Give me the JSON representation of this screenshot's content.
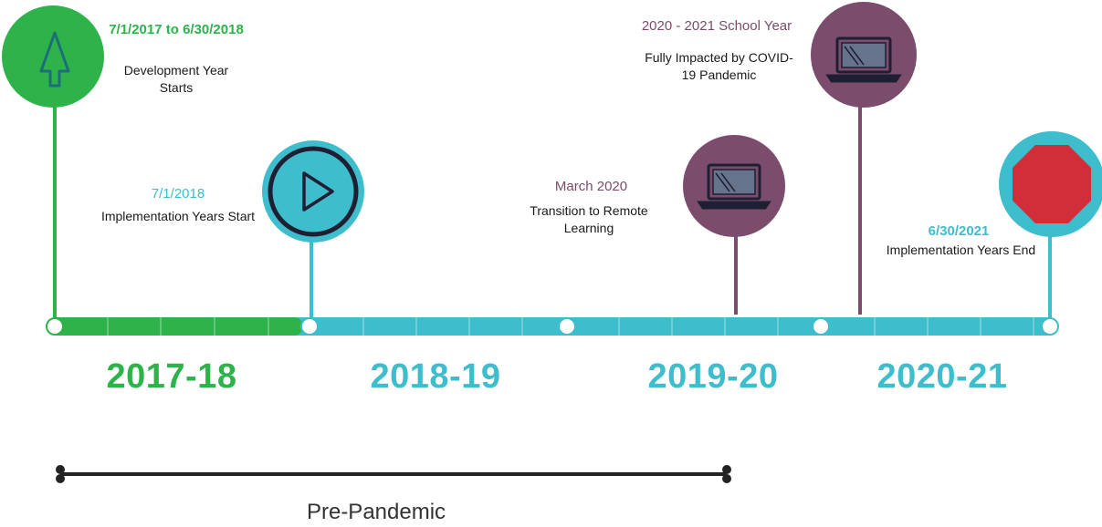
{
  "colors": {
    "green": "#2db34a",
    "teal": "#3ebdcc",
    "purple": "#7b4c6b",
    "red": "#d12e3a",
    "dark": "#1f1f33",
    "bar_dark": "#222222"
  },
  "events": [
    {
      "id": "dev-start",
      "date": "7/1/2017 to 6/30/2018",
      "description": "Development Year Starts",
      "icon": "tree-icon",
      "color": "green"
    },
    {
      "id": "impl-start",
      "date": "7/1/2018",
      "description": "Implementation Years Start",
      "icon": "play-icon",
      "color": "teal"
    },
    {
      "id": "remote",
      "date": "March 2020",
      "description": "Transition to Remote Learning",
      "icon": "laptop-icon",
      "color": "purple"
    },
    {
      "id": "covid-year",
      "date": "2020 - 2021 School Year",
      "description": "Fully Impacted by COVID-19 Pandemic",
      "icon": "laptop-icon",
      "color": "purple"
    },
    {
      "id": "impl-end",
      "date": "6/30/2021",
      "description": "Implementation Years End",
      "icon": "stop-sign-icon",
      "color": "teal"
    }
  ],
  "years": [
    "2017-18",
    "2018-19",
    "2019-20",
    "2020-21"
  ],
  "span_label": "Pre-Pandemic"
}
